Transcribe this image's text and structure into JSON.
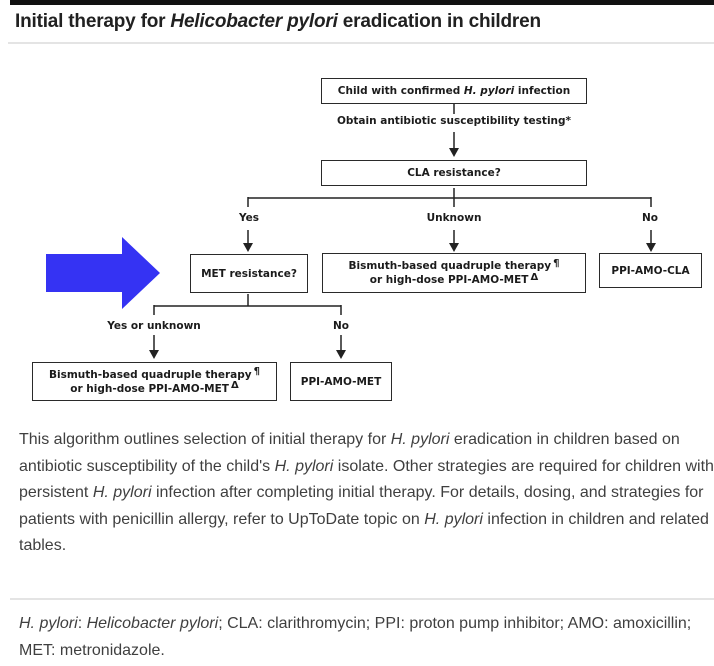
{
  "colors": {
    "pointer_blue": "#3533f3",
    "flow_line": "#222222",
    "flow_text": "#1b1b1b",
    "title_text": "#212121",
    "body_text": "#3f3f3f",
    "divider": "#e4e4e4",
    "top_bar": "#111111",
    "background": "#ffffff"
  },
  "header": {
    "title_segments": [
      {
        "t": "Initial therapy for "
      },
      {
        "t": "Helicobacter pylori",
        "i": true
      },
      {
        "t": " eradication in children"
      }
    ]
  },
  "flowchart": {
    "top_box_segments": [
      {
        "t": "Child with confirmed "
      },
      {
        "t": "H. pylori",
        "i": true
      },
      {
        "t": " infection"
      }
    ],
    "obtain_label": "Obtain antibiotic susceptibility testing*",
    "cla_box_label": "CLA resistance?",
    "branch1_labels": {
      "yes": "Yes",
      "unknown": "Unknown",
      "no": "No"
    },
    "met_box_label": "MET resistance?",
    "bismuth_line1": "Bismuth-based quadruple therapy",
    "bismuth_sup1": "¶",
    "bismuth_line2": "or high-dose PPI-AMO-MET",
    "bismuth_sup2": "Δ",
    "ppi_amo_cla_label": "PPI-AMO-CLA",
    "branch2_labels": {
      "yes_unknown": "Yes or unknown",
      "no": "No"
    },
    "ppi_amo_met_label": "PPI-AMO-MET"
  },
  "description": {
    "segments": [
      {
        "t": "This algorithm outlines selection of initial therapy for "
      },
      {
        "t": "H. pylori",
        "i": true
      },
      {
        "t": " eradication in children based on antibiotic susceptibility of the child's "
      },
      {
        "t": "H. pylori",
        "i": true
      },
      {
        "t": " isolate. Other strategies are required for children with persistent "
      },
      {
        "t": "H. pylori",
        "i": true
      },
      {
        "t": " infection after completing initial therapy. For details, dosing, and strategies for patients with penicillin allergy, refer to UpToDate topic on "
      },
      {
        "t": "H. pylori",
        "i": true
      },
      {
        "t": " infection in children and related tables."
      }
    ]
  },
  "abbreviations": {
    "segments": [
      {
        "t": "H. pylori",
        "i": true
      },
      {
        "t": ": "
      },
      {
        "t": "Helicobacter pylori",
        "i": true
      },
      {
        "t": "; CLA: clarithromycin; PPI: proton pump inhibitor; AMO: amoxicillin; MET: metronidazole."
      }
    ]
  }
}
